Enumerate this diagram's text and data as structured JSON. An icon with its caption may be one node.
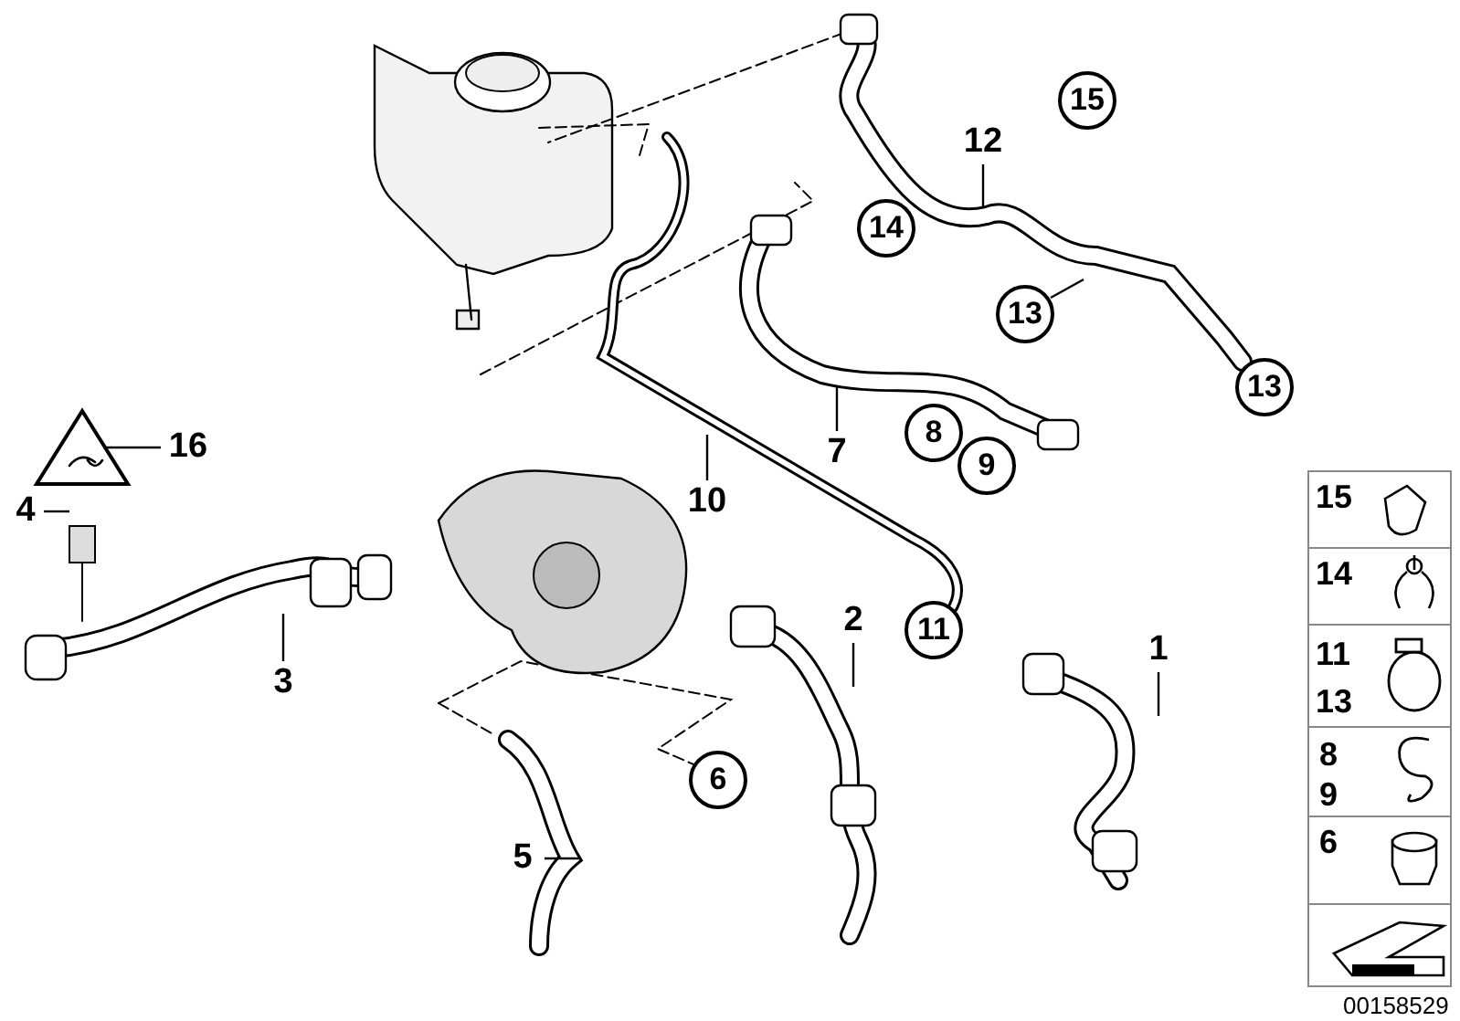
{
  "diagram": {
    "nodes": [
      {
        "text": [
          "15"
        ]
      },
      {
        "text": [
          "12"
        ]
      },
      {
        "text": [
          "14"
        ]
      },
      {
        "text": [
          "13"
        ]
      },
      {
        "text": [
          "13"
        ]
      },
      {
        "text": [
          "16"
        ]
      },
      {
        "text": [
          "7"
        ]
      },
      {
        "text": [
          "8"
        ]
      },
      {
        "text": [
          "9"
        ]
      },
      {
        "text": [
          "4"
        ]
      },
      {
        "text": [
          "10"
        ]
      },
      {
        "text": [
          "11"
        ]
      },
      {
        "text": [
          "3"
        ]
      },
      {
        "text": [
          "2"
        ]
      },
      {
        "text": [
          "1"
        ]
      },
      {
        "text": [
          "6"
        ]
      },
      {
        "text": [
          "5"
        ]
      }
    ],
    "edges": [
      {
        "from": 1,
        "to": null,
        "arrow": "none"
      },
      {
        "from": 3,
        "to": null,
        "arrow": "none"
      },
      {
        "from": 5,
        "to": null,
        "arrow": "none"
      },
      {
        "from": 6,
        "to": null,
        "arrow": "none"
      },
      {
        "from": 9,
        "to": null,
        "arrow": "none"
      },
      {
        "from": 10,
        "to": null,
        "arrow": "none"
      },
      {
        "from": 12,
        "to": null,
        "arrow": "none"
      },
      {
        "from": 13,
        "to": null,
        "arrow": "none"
      },
      {
        "from": 14,
        "to": null,
        "arrow": "none"
      },
      {
        "from": 16,
        "to": null,
        "arrow": "none"
      }
    ],
    "labels": [
      "15",
      "14",
      "11",
      "13",
      "8",
      "9",
      "6",
      "00158529"
    ]
  }
}
